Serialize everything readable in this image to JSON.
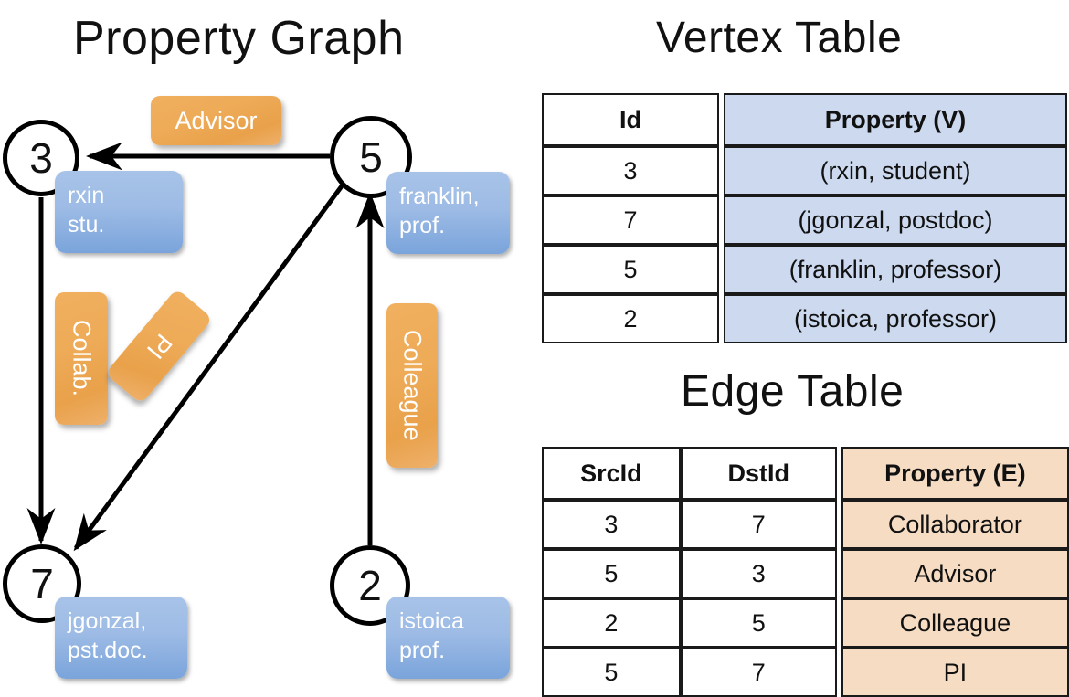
{
  "titles": {
    "property_graph": "Property Graph",
    "vertex_table": "Vertex Table",
    "edge_table": "Edge Table"
  },
  "graph": {
    "nodes": [
      {
        "id": "3",
        "label": "3",
        "property": "rxin\nstu."
      },
      {
        "id": "5",
        "label": "5",
        "property": "franklin,\nprof."
      },
      {
        "id": "7",
        "label": "7",
        "property": "jgonzal,\npst.doc."
      },
      {
        "id": "2",
        "label": "2",
        "property": "istoica\nprof."
      }
    ],
    "edge_labels": [
      {
        "name": "advisor",
        "text": "Advisor",
        "from": "5",
        "to": "3"
      },
      {
        "name": "collab",
        "text": "Collab.",
        "from": "3",
        "to": "7"
      },
      {
        "name": "pi",
        "text": "PI",
        "from": "5",
        "to": "7"
      },
      {
        "name": "colleague",
        "text": "Colleague",
        "from": "2",
        "to": "5"
      }
    ]
  },
  "vertex_table": {
    "headers": [
      "Id",
      "Property (V)"
    ],
    "rows": [
      {
        "id": "3",
        "property": "(rxin, student)"
      },
      {
        "id": "7",
        "property": "(jgonzal, postdoc)"
      },
      {
        "id": "5",
        "property": "(franklin, professor)"
      },
      {
        "id": "2",
        "property": "(istoica, professor)"
      }
    ]
  },
  "edge_table": {
    "headers": [
      "SrcId",
      "DstId",
      "Property (E)"
    ],
    "rows": [
      {
        "src": "3",
        "dst": "7",
        "property": "Collaborator"
      },
      {
        "src": "5",
        "dst": "3",
        "property": "Advisor"
      },
      {
        "src": "2",
        "dst": "5",
        "property": "Colleague"
      },
      {
        "src": "5",
        "dst": "7",
        "property": "PI"
      }
    ]
  },
  "colors": {
    "vertex_property_fill": "#ccd9ee",
    "edge_property_fill": "#f5dcc3",
    "node_box_blue": "#9dbbe5",
    "edge_label_orange": "#eeab58",
    "stroke": "#000000"
  }
}
